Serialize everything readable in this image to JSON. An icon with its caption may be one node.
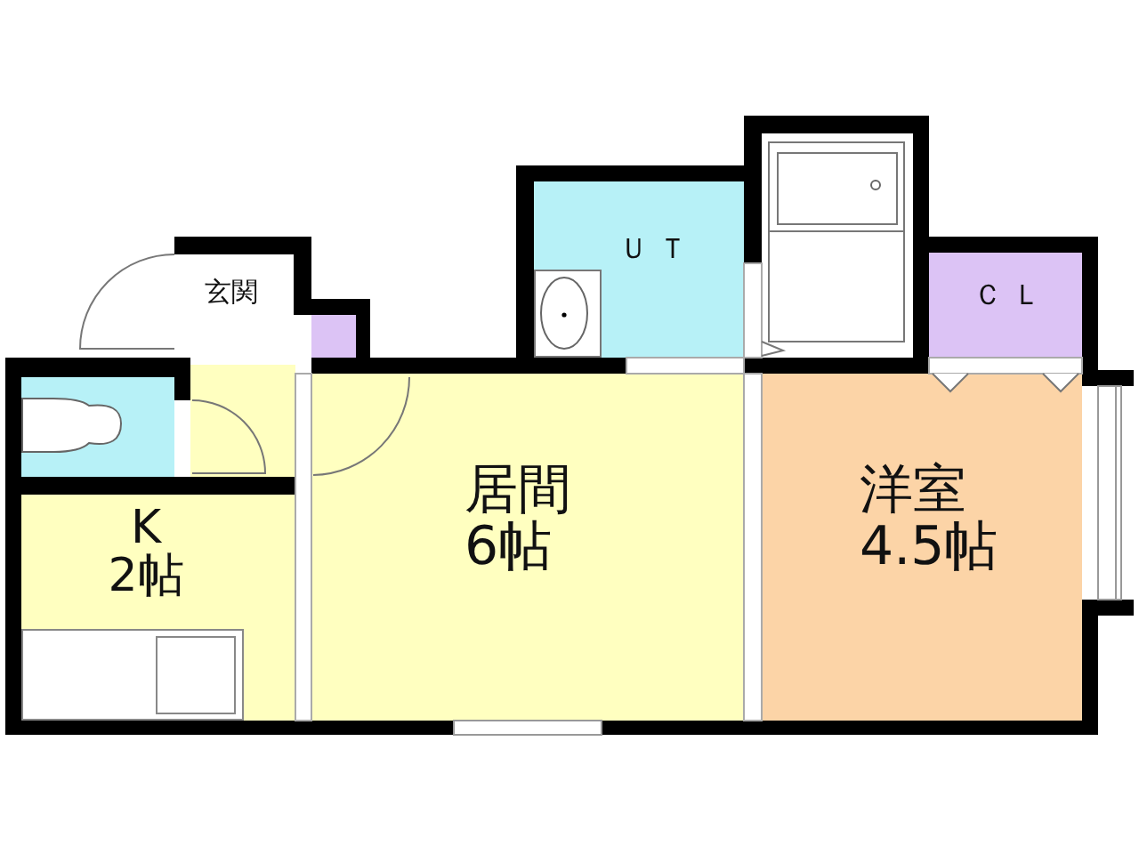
{
  "diagram": {
    "nodes": [
      {
        "text": [
          "玄関"
        ]
      },
      {
        "text": [],
        "shape": "box"
      },
      {
        "text": [
          "ＵＴ"
        ]
      },
      {
        "text": [],
        "shape": "box"
      },
      {
        "text": [
          "ＣＬ"
        ]
      },
      {
        "text": [],
        "shape": "box"
      },
      {
        "text": [],
        "shape": "box"
      },
      {
        "text": [
          "K 2帖"
        ]
      },
      {
        "text": [
          "居間 6帖"
        ]
      },
      {
        "text": [
          "洋室 4.5帖"
        ]
      }
    ]
  }
}
